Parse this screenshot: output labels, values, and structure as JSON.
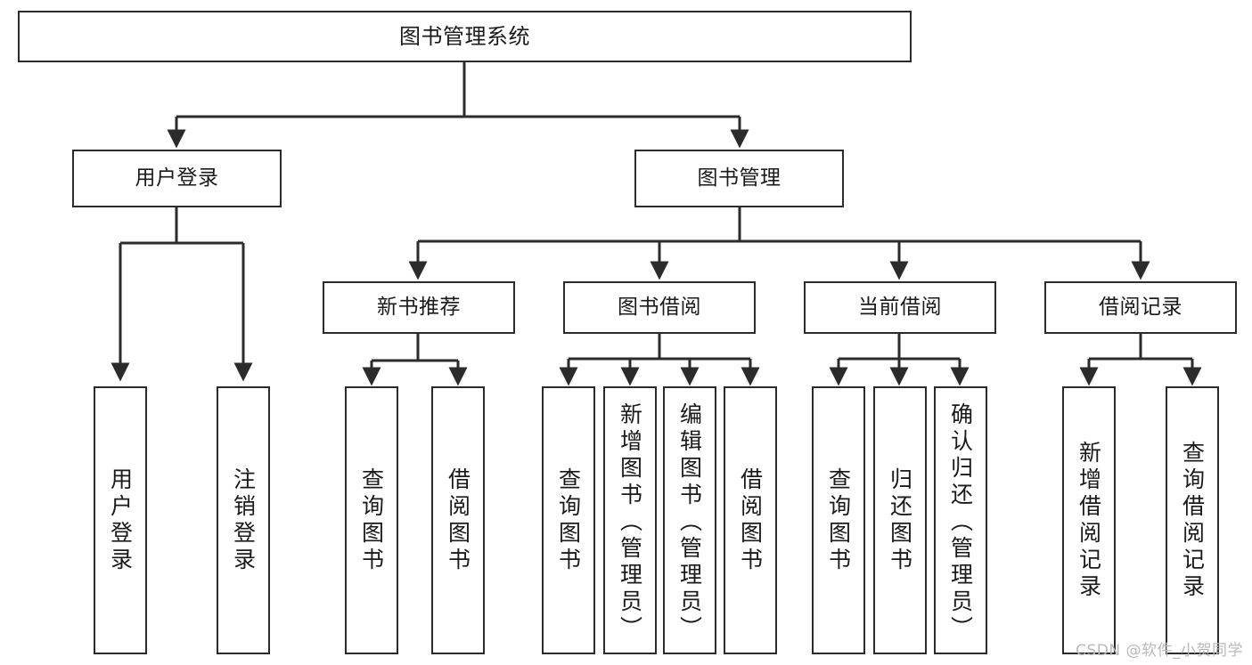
{
  "diagram": {
    "type": "tree-hierarchy-chart",
    "title": "图书管理系统",
    "line_color": "#2b2b2b",
    "box_fill": "#ffffff",
    "text_color": "#1a1a1a",
    "watermark": "CSDN @软件_小贺同学"
  },
  "nodes": {
    "root": {
      "label": "图书管理系统"
    },
    "level1": [
      {
        "label": "用户登录"
      },
      {
        "label": "图书管理"
      }
    ],
    "level2": [
      {
        "label": "新书推荐"
      },
      {
        "label": "图书借阅"
      },
      {
        "label": "当前借阅"
      },
      {
        "label": "借阅记录"
      }
    ],
    "leaves": {
      "user_login": [
        {
          "label": "用户登录"
        },
        {
          "label": "注销登录"
        }
      ],
      "new_book_recommend": [
        {
          "label": "查询图书"
        },
        {
          "label": "借阅图书"
        }
      ],
      "book_borrow": [
        {
          "label": "查询图书"
        },
        {
          "label": "新增图书（管理员）"
        },
        {
          "label": "编辑图书（管理员）"
        },
        {
          "label": "借阅图书"
        }
      ],
      "current_borrow": [
        {
          "label": "查询图书"
        },
        {
          "label": "归还图书"
        },
        {
          "label": "确认归还（管理员）"
        }
      ],
      "borrow_record": [
        {
          "label": "新增借阅记录"
        },
        {
          "label": "查询借阅记录"
        }
      ]
    }
  }
}
